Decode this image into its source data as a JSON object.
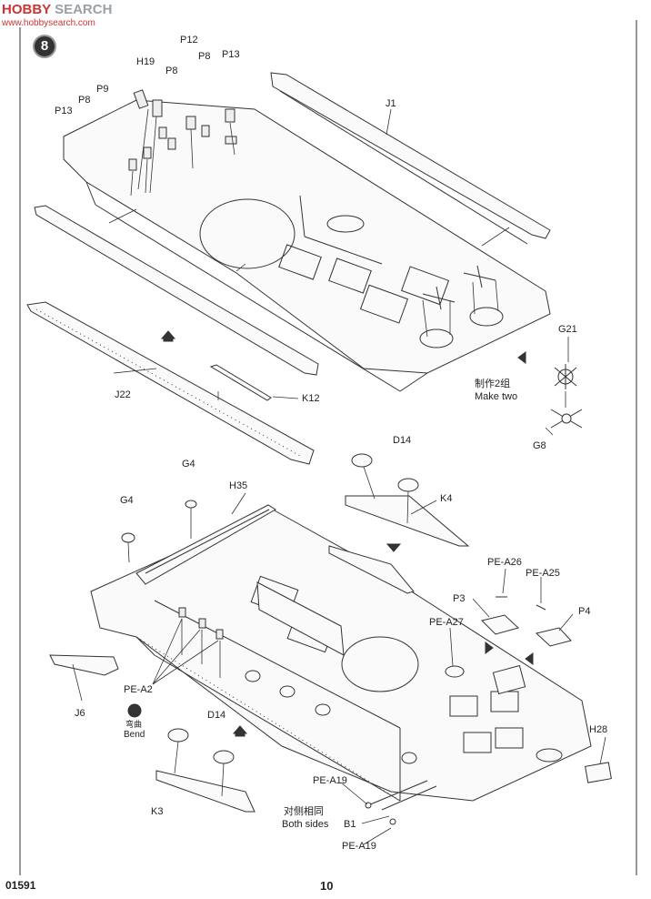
{
  "watermark": {
    "brand_a": "HOBBY",
    "brand_b": "SEARCH",
    "site": "www.hobbysearch.com"
  },
  "step_number": "8",
  "labels": {
    "P12": "P12",
    "H19": "H19",
    "P8a": "P8",
    "P8b": "P8",
    "P13a": "P13",
    "P9": "P9",
    "P8c": "P8",
    "P13b": "P13",
    "J1": "J1",
    "J22": "J22",
    "K12": "K12",
    "G21": "G21",
    "G8": "G8",
    "make_two_cn": "制作2组",
    "make_two_en": "Make two",
    "D14a": "D14",
    "K4": "K4",
    "G4a": "G4",
    "G4b": "G4",
    "H35": "H35",
    "PE_A26": "PE-A26",
    "PE_A25": "PE-A25",
    "P3": "P3",
    "P4": "P4",
    "PE_A27": "PE-A27",
    "J6": "J6",
    "PE_A2": "PE-A2",
    "bend_cn": "弯曲",
    "bend_en": "Bend",
    "D14b": "D14",
    "H28": "H28",
    "PE_A19a": "PE-A19",
    "both_cn": "对侧相同",
    "both_en": "Both sides",
    "B1": "B1",
    "PE_A19b": "PE-A19",
    "K3": "K3"
  },
  "footer": {
    "code": "01591",
    "page": "10"
  }
}
